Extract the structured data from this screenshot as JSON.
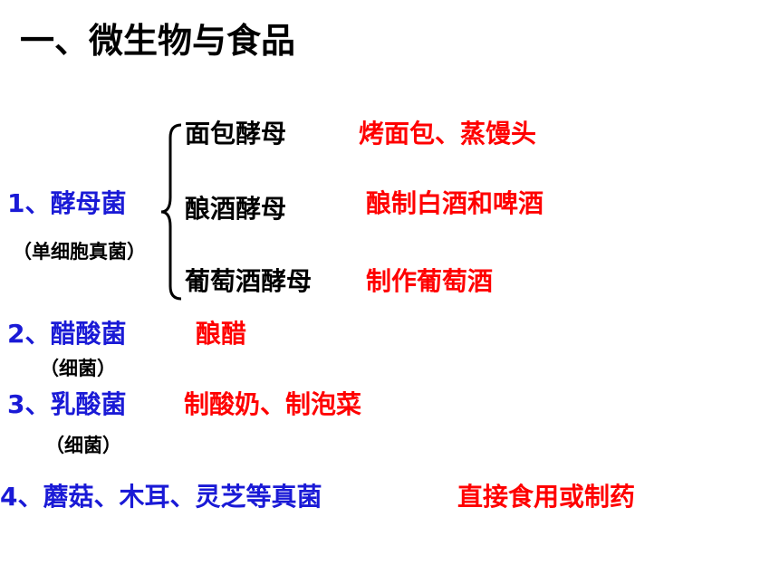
{
  "title": "一、微生物与食品",
  "yeast": {
    "label": "1、酵母菌",
    "sub": "（单细胞真菌）",
    "types": [
      {
        "name": "面包酵母",
        "use": "烤面包、蒸馒头"
      },
      {
        "name": "酿酒酵母",
        "use": "酿制白酒和啤酒"
      },
      {
        "name": "葡萄酒酵母",
        "use": "制作葡萄酒"
      }
    ]
  },
  "items": [
    {
      "label": "2、醋酸菌",
      "sub": "（细菌）",
      "use": "酿醋"
    },
    {
      "label": "3、乳酸菌",
      "sub": "（细菌）",
      "use": "制酸奶、制泡菜"
    },
    {
      "label": "4、蘑菇、木耳、灵芝等真菌",
      "use": "直接食用或制药"
    }
  ],
  "colors": {
    "label": "#1a1ad6",
    "use": "#ff0000",
    "text": "#000000"
  }
}
